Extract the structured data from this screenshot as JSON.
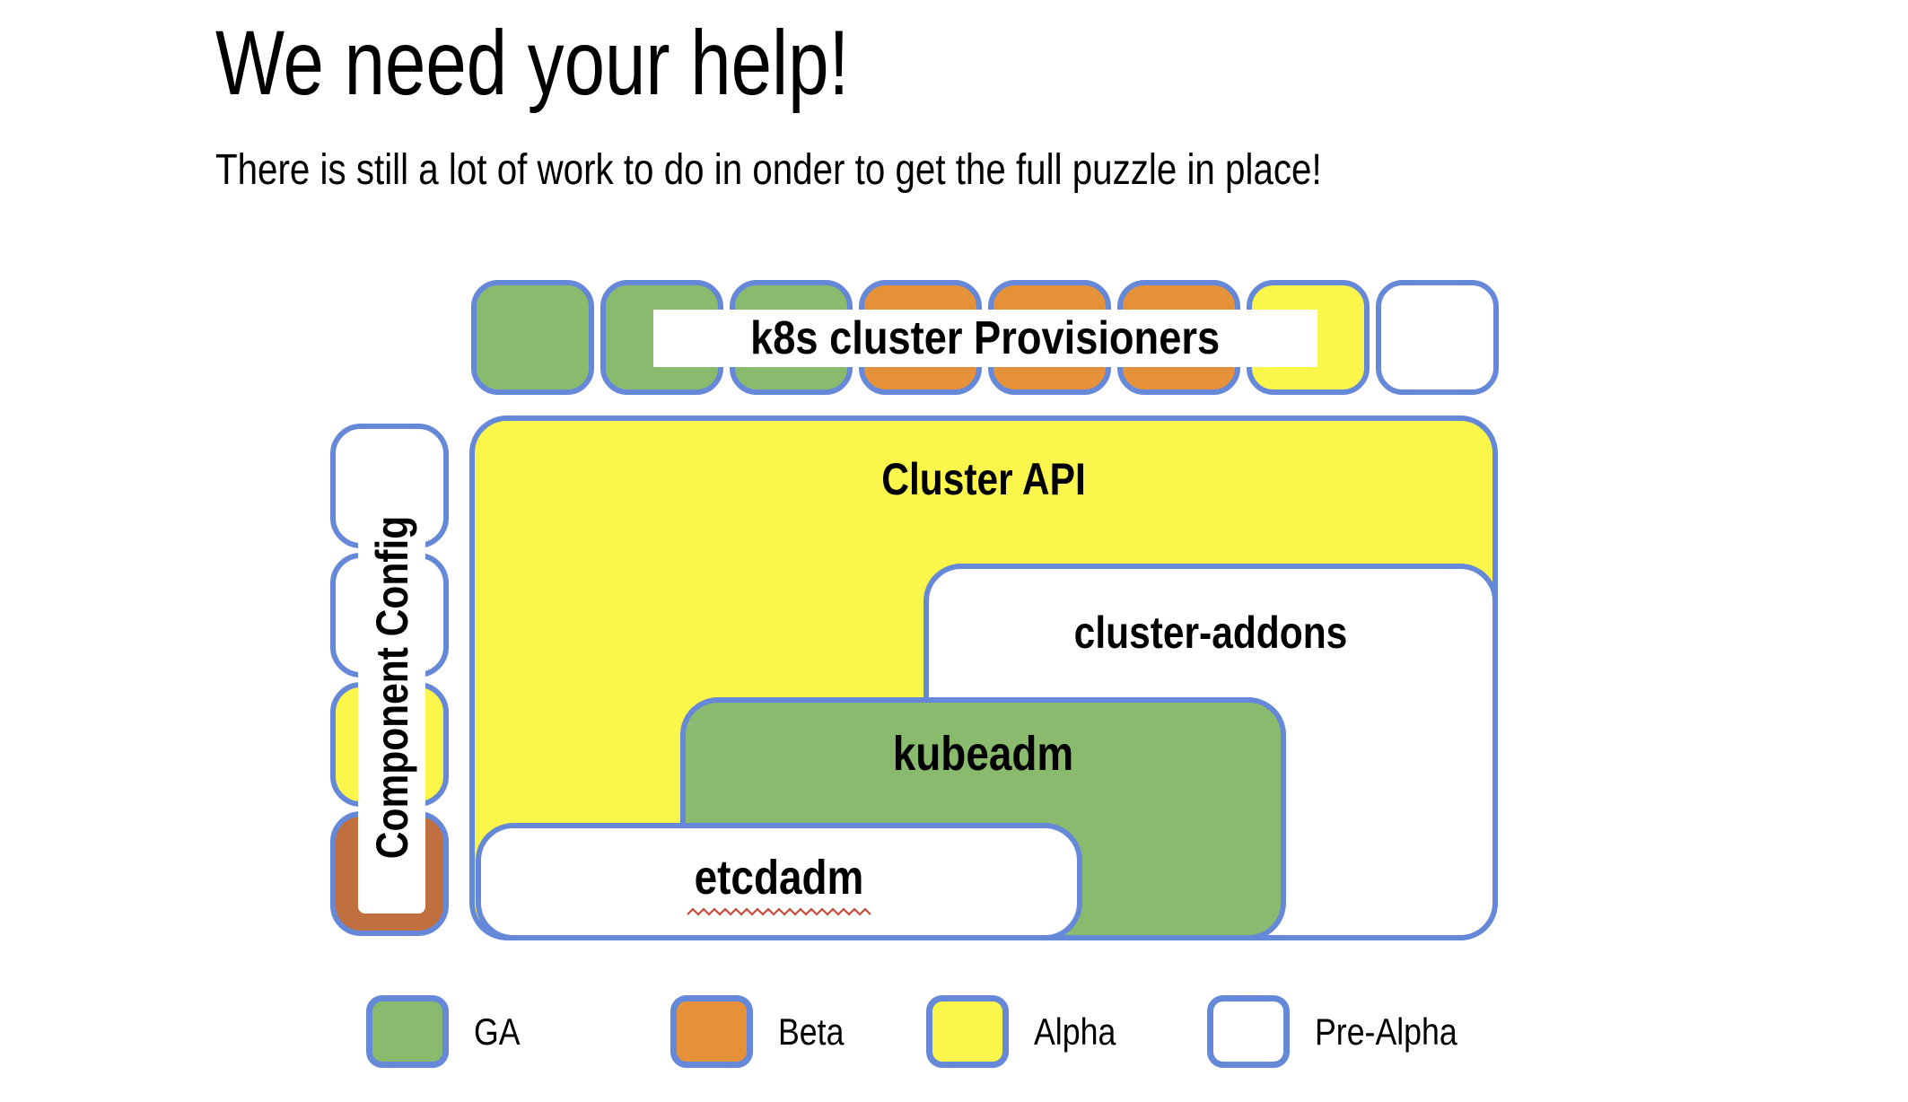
{
  "slide": {
    "title": "We need your help!",
    "subtitle": "There is still a lot of work to do in onder to get the full puzzle in place!"
  },
  "colors": {
    "border_blue": "#6588d8",
    "ga_green": "#8aba6e",
    "beta_orange": "#e59139",
    "beta_dark_orange": "#c06f3e",
    "alpha_yellow": "#fbf64b",
    "prealpha_white": "#ffffff",
    "squiggle_red": "#cf4b3b",
    "text_black": "#000000"
  },
  "puzzle": {
    "provisioners_label": "k8s cluster Provisioners",
    "top_row_statuses": [
      "ga",
      "ga",
      "ga",
      "beta",
      "beta",
      "beta",
      "alpha",
      "pre-alpha"
    ],
    "component_config_label": "Component Config",
    "component_column_statuses": [
      "pre-alpha",
      "pre-alpha",
      "alpha",
      "beta-dark"
    ],
    "boxes": [
      {
        "label": "Cluster API",
        "status": "alpha"
      },
      {
        "label": "cluster-addons",
        "status": "pre-alpha"
      },
      {
        "label": "kubeadm",
        "status": "ga"
      },
      {
        "label": "etcdadm",
        "status": "pre-alpha",
        "spellcheck_underline": true
      }
    ]
  },
  "legend": {
    "items": [
      {
        "label": "GA",
        "status": "ga"
      },
      {
        "label": "Beta",
        "status": "beta"
      },
      {
        "label": "Alpha",
        "status": "alpha"
      },
      {
        "label": "Pre-Alpha",
        "status": "pre-alpha"
      }
    ]
  }
}
